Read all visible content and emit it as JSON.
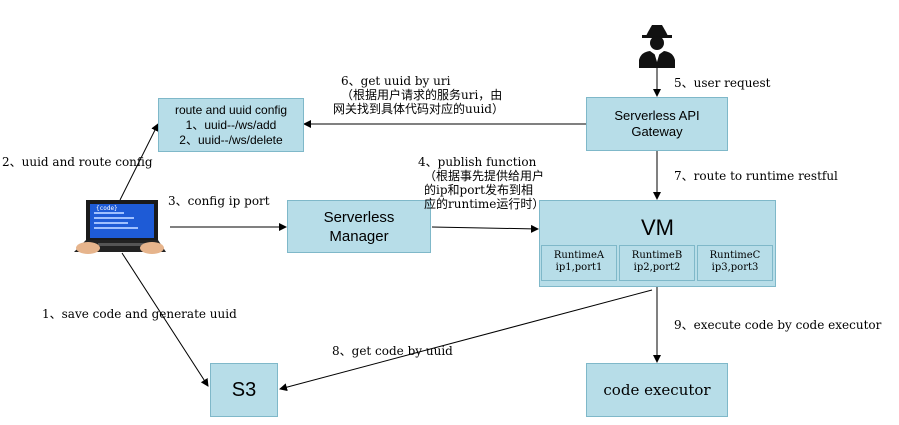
{
  "boxes": {
    "route_config": [
      "route and uuid config",
      "1、uuid--/ws/add",
      "2、uuid--/ws/delete"
    ],
    "gateway": [
      "Serverless API",
      "Gateway"
    ],
    "manager": [
      "Serverless",
      "Manager"
    ],
    "vm_title": "VM",
    "runtimes": [
      {
        "name": "RuntimeA",
        "addr": "ip1,port1"
      },
      {
        "name": "RuntimeB",
        "addr": "ip2,port2"
      },
      {
        "name": "RuntimeC",
        "addr": "ip3,port3"
      }
    ],
    "s3": "S3",
    "executor": "code executor"
  },
  "edges": {
    "e1": "1、save code and generate uuid",
    "e2": "2、uuid and route config",
    "e3": "3、config ip port",
    "e4": [
      "4、publish function",
      "（根据事先提供给用户",
      "的ip和port发布到相",
      "应的runtime运行时）"
    ],
    "e5": "5、user request",
    "e6": [
      "6、get  uuid by uri",
      "（根据用户请求的服务uri，由",
      "网关找到具体代码对应的uuid）"
    ],
    "e7": "7、route to runtime restful",
    "e8": "8、get code by uuid",
    "e9": "9、execute code by code executor"
  },
  "laptop_screen_text": "{code}"
}
